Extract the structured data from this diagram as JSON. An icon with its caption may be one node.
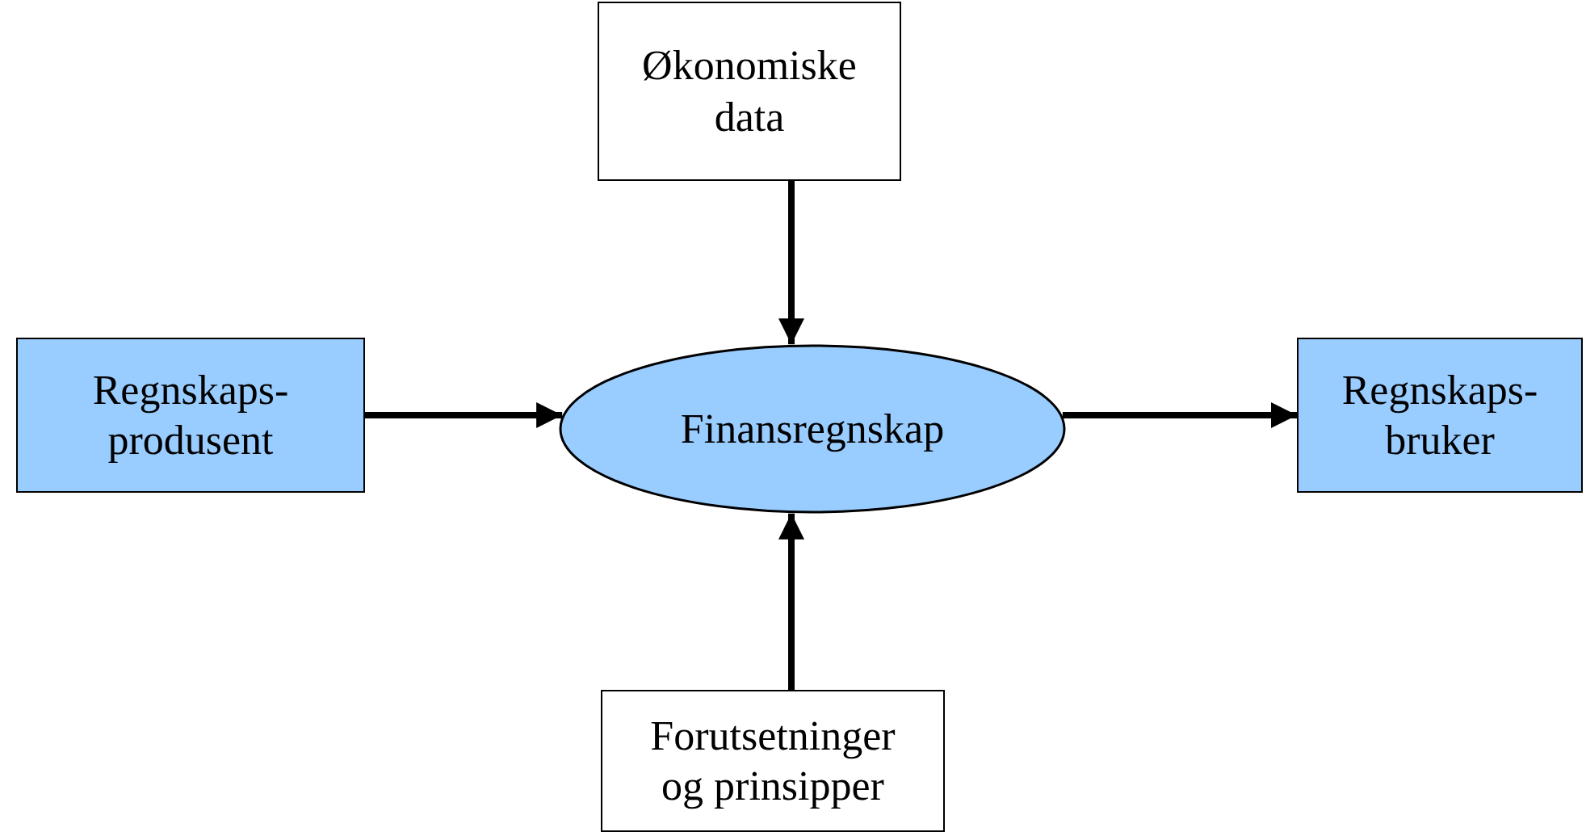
{
  "diagram": {
    "nodes": [
      {
        "text": [
          "Økonomiske data"
        ]
      },
      {
        "text": [
          "Regnskaps- produsent"
        ]
      },
      {
        "text": [
          "Finansregnskap"
        ]
      },
      {
        "text": [
          "Regnskaps- bruker"
        ]
      },
      {
        "text": [
          "Forutsetninger og prinsipper"
        ]
      }
    ],
    "edges": [
      {
        "from": 0,
        "to": 2,
        "arrow": "to"
      },
      {
        "from": 1,
        "to": 2,
        "arrow": "to"
      },
      {
        "from": 2,
        "to": 3,
        "arrow": "to"
      },
      {
        "from": 4,
        "to": 2,
        "arrow": "to"
      }
    ]
  }
}
